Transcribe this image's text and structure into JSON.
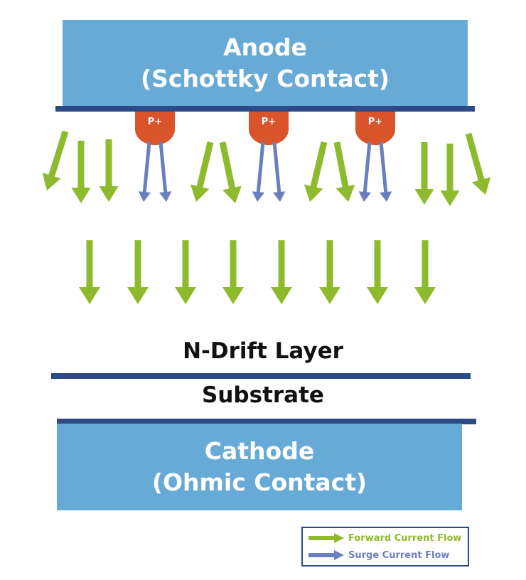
{
  "anode": {
    "line1": "Anode",
    "line2": "(Schottky Contact)"
  },
  "p_regions": {
    "label": "P+",
    "count": 3
  },
  "layers": {
    "drift": "N-Drift Layer",
    "substrate": "Substrate"
  },
  "cathode": {
    "line1": "Cathode",
    "line2": "(Ohmic Contact)"
  },
  "legend": {
    "forward": "Forward Current Flow",
    "surge": "Surge Current Flow"
  },
  "colors": {
    "contact_fill": "#68aad6",
    "boundary": "#2b4a86",
    "p_region": "#d9532b",
    "forward_arrow": "#8dbb2d",
    "surge_arrow": "#6b7fc0"
  }
}
